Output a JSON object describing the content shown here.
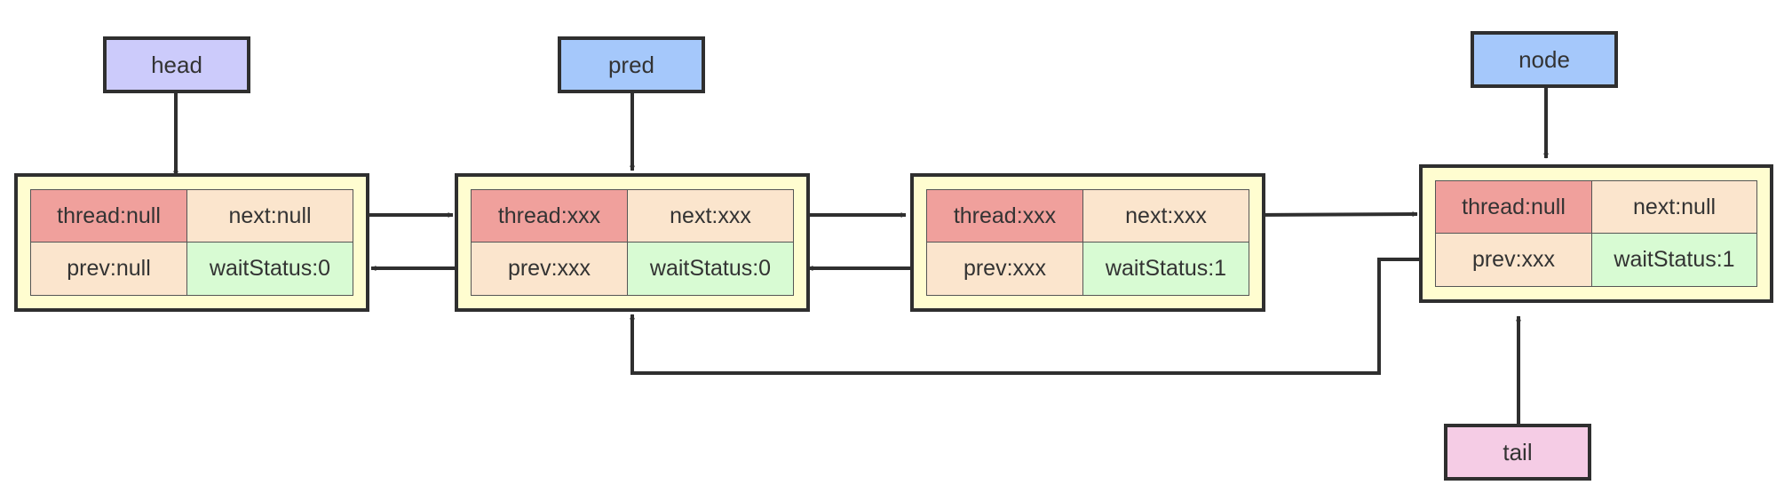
{
  "colors": {
    "head_box": "#cccbfb",
    "pred_box": "#a5c8fb",
    "node_box": "#a5c8fb",
    "tail_box": "#f5cce5",
    "thread_cell": "#f0a09c",
    "next_cell": "#fbe5cd",
    "prev_cell": "#fbe5cd",
    "wait_cell": "#d8fbd3",
    "node_fill": "#fffdd0",
    "line": "#2f2f2f"
  },
  "pointers": {
    "head": "head",
    "pred": "pred",
    "node": "node",
    "tail": "tail"
  },
  "nodes": [
    {
      "thread": "thread:null",
      "next": "next:null",
      "prev": "prev:null",
      "wait": "waitStatus:0"
    },
    {
      "thread": "thread:xxx",
      "next": "next:xxx",
      "prev": "prev:xxx",
      "wait": "waitStatus:0"
    },
    {
      "thread": "thread:xxx",
      "next": "next:xxx",
      "prev": "prev:xxx",
      "wait": "waitStatus:1"
    },
    {
      "thread": "thread:null",
      "next": "next:null",
      "prev": "prev:xxx",
      "wait": "waitStatus:1"
    }
  ]
}
